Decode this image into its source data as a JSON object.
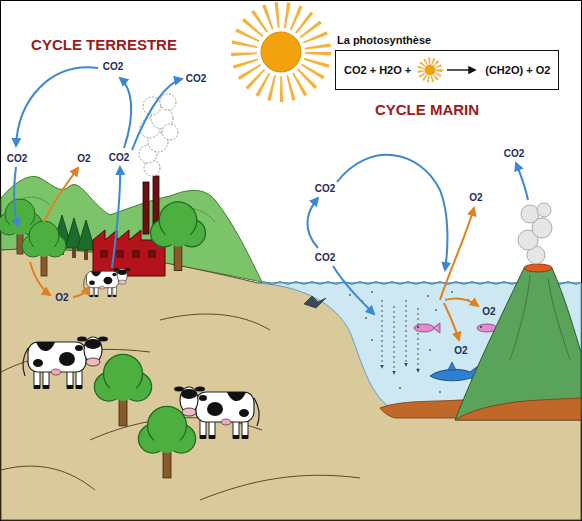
{
  "diagram": {
    "nodes": [
      {
        "text": [
          "La photosynthèse",
          "CO2 + H2O +",
          "(CH2O) + O2"
        ]
      }
    ],
    "labels": [
      "CYCLE TERRESTRE",
      "CO2",
      "CO2",
      "CO2",
      "O2",
      "CO2",
      "O2",
      "CYCLE MARIN",
      "CO2",
      "CO2",
      "O2",
      "O2",
      "O2",
      "CO2"
    ]
  }
}
